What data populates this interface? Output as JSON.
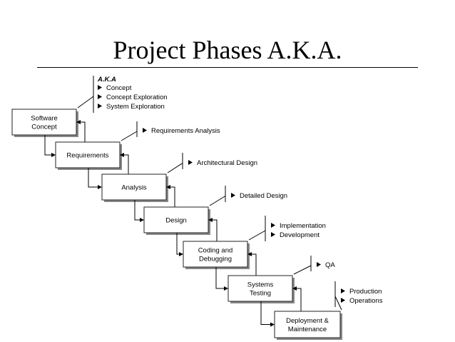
{
  "title": "Project Phases A.K.A.",
  "aka_heading": "A.K.A",
  "phases": [
    {
      "lines": [
        "Software",
        "Concept"
      ],
      "aka": [
        "Concept",
        "Concept Exploration",
        "System Exploration"
      ]
    },
    {
      "lines": [
        "Requirements"
      ],
      "aka": [
        "Requirements Analysis"
      ]
    },
    {
      "lines": [
        "Analysis"
      ],
      "aka": [
        "Architectural Design"
      ]
    },
    {
      "lines": [
        "Design"
      ],
      "aka": [
        "Detailed Design"
      ]
    },
    {
      "lines": [
        "Coding and",
        "Debugging"
      ],
      "aka": [
        "Implementation",
        "Development"
      ]
    },
    {
      "lines": [
        "Systems",
        "Testing"
      ],
      "aka": [
        "QA"
      ]
    },
    {
      "lines": [
        "Deployment &",
        "Maintenance"
      ],
      "aka": [
        "Production",
        "Operations"
      ]
    }
  ],
  "icons": {
    "bullet": "arrowhead-bullet-icon"
  }
}
